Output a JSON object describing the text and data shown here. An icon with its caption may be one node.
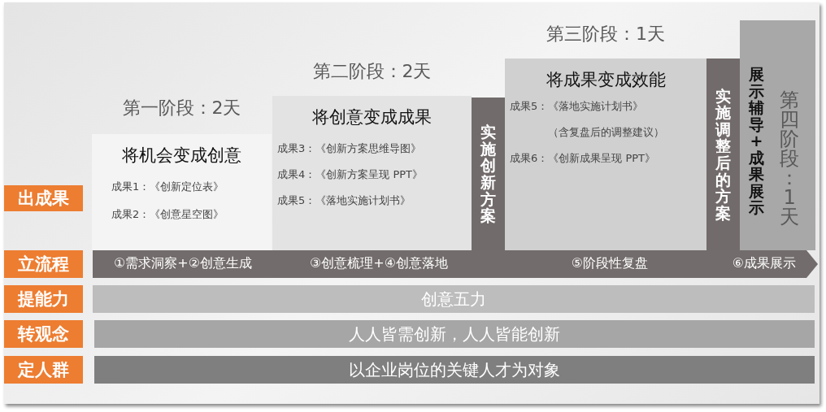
{
  "diagram": {
    "nodes": [
      {
        "text": [
          "出成果"
        ]
      },
      {
        "text": [
          "立流程"
        ]
      },
      {
        "text": [
          "提能力"
        ]
      },
      {
        "text": [
          "转观念"
        ]
      },
      {
        "text": [
          "定人群"
        ]
      },
      {
        "text": [
          "第一阶段：2天",
          "将机会变成创意",
          "成果1：《创新定位表》",
          "成果2：《创意星空图》"
        ]
      },
      {
        "text": [
          "第二阶段：2天",
          "将创意变成成果",
          "成果3：《创新方案思维导图》",
          "成果4：《创新方案呈现 PPT》",
          "成果5：《落地实施计划书》"
        ]
      },
      {
        "text": [
          "实施创新方案"
        ]
      },
      {
        "text": [
          "第三阶段：1天",
          "将成果变成效能",
          "成果5：《落地实施计划书》",
          "（含复盘后的调整建议）",
          "成果6：《创新成果呈现 PPT》"
        ]
      },
      {
        "text": [
          "实施调整后的方案"
        ]
      },
      {
        "text": [
          "展示辅导+成果展示",
          "第四阶段：1天"
        ]
      },
      {
        "text": [
          "①需求洞察+②创意生成",
          "③创意梳理+④创意落地",
          "⑤阶段性复盘",
          "⑥成果展示"
        ]
      },
      {
        "text": [
          "创意五力"
        ]
      },
      {
        "text": [
          "人人皆需创新，人人皆能创新"
        ]
      },
      {
        "text": [
          "以企业岗位的关键人才为对象"
        ]
      }
    ]
  }
}
